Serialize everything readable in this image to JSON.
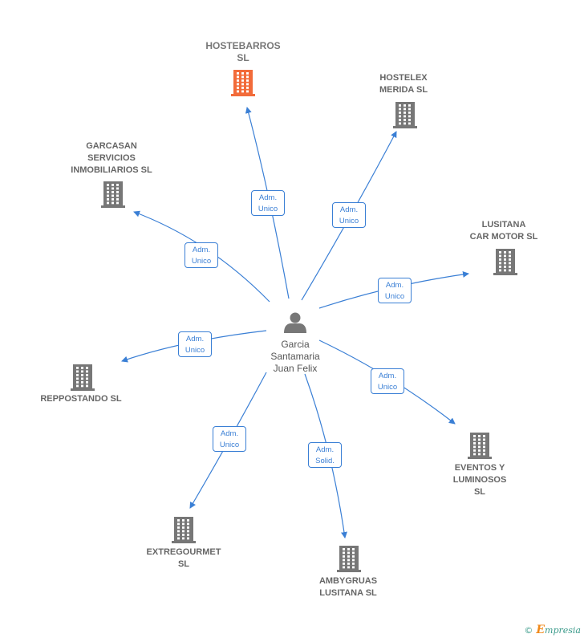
{
  "colors": {
    "edge": "#3a7fd5",
    "building": "#777777",
    "building_highlight": "#f26b3a",
    "person": "#777777"
  },
  "person": {
    "name": "Garcia\nSantamaria\nJuan Felix",
    "icon": "person-icon"
  },
  "companies": [
    {
      "id": "hostebarros",
      "name": "HOSTEBARROS\nSL",
      "highlight": true,
      "icon": "building-icon"
    },
    {
      "id": "hostelex",
      "name": "HOSTELEX\nMERIDA  SL",
      "highlight": false,
      "icon": "building-icon"
    },
    {
      "id": "garcasan",
      "name": "GARCASAN\nSERVICIOS\nINMOBILIARIOS SL",
      "highlight": false,
      "icon": "building-icon"
    },
    {
      "id": "lusitana-car",
      "name": "LUSITANA\nCAR MOTOR SL",
      "highlight": false,
      "icon": "building-icon"
    },
    {
      "id": "reppostando",
      "name": "REPPOSTANDO SL",
      "highlight": false,
      "icon": "building-icon"
    },
    {
      "id": "eventos",
      "name": "EVENTOS Y\nLUMINOSOS\nSL",
      "highlight": false,
      "icon": "building-icon"
    },
    {
      "id": "extregourmet",
      "name": "EXTREGOURMET\nSL",
      "highlight": false,
      "icon": "building-icon"
    },
    {
      "id": "ambygruas",
      "name": "AMBYGRUAS\nLUSITANA SL",
      "highlight": false,
      "icon": "building-icon"
    }
  ],
  "edges": [
    {
      "to": "hostebarros",
      "label": "Adm.\nUnico"
    },
    {
      "to": "hostelex",
      "label": "Adm.\nUnico"
    },
    {
      "to": "garcasan",
      "label": "Adm.\nUnico"
    },
    {
      "to": "lusitana-car",
      "label": "Adm.\nUnico"
    },
    {
      "to": "reppostando",
      "label": "Adm.\nUnico"
    },
    {
      "to": "eventos",
      "label": "Adm.\nUnico"
    },
    {
      "to": "extregourmet",
      "label": "Adm.\nUnico"
    },
    {
      "to": "ambygruas",
      "label": "Adm.\nSolid."
    }
  ],
  "footer": {
    "copyright": "©",
    "brand_initial": "E",
    "brand_rest": "mpresia"
  }
}
